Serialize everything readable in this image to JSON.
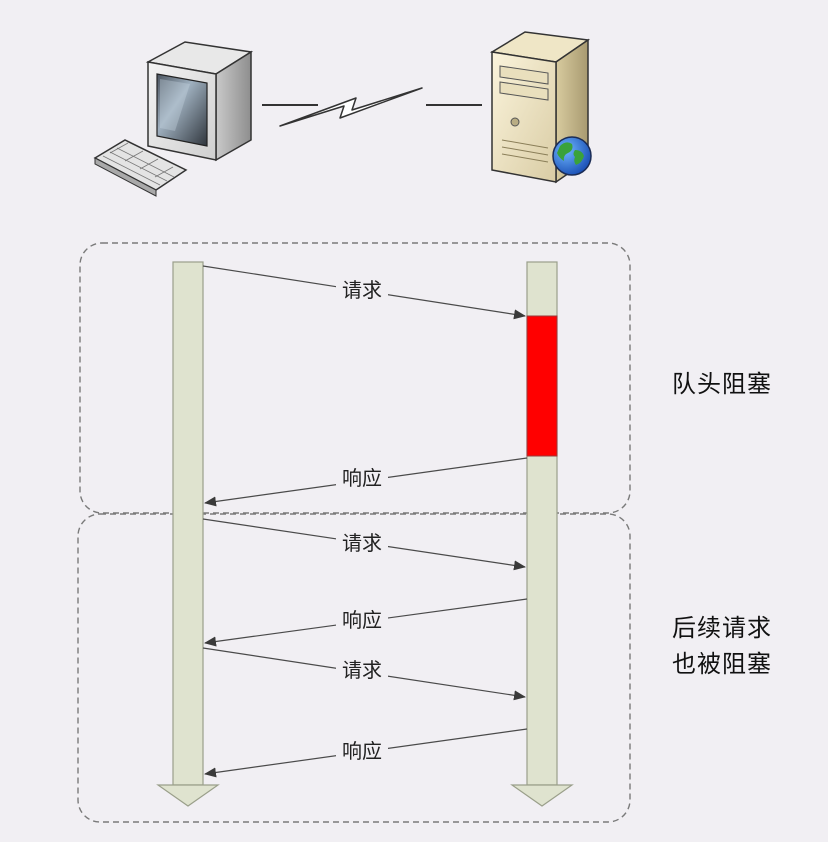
{
  "annotations": {
    "group1_label": "队头阻塞",
    "group2_label_line1": "后续请求",
    "group2_label_line2": "也被阻塞"
  },
  "messages": [
    {
      "id": "m1",
      "label": "请求",
      "direction": "client-to-server"
    },
    {
      "id": "m2",
      "label": "响应",
      "direction": "server-to-client"
    },
    {
      "id": "m3",
      "label": "请求",
      "direction": "client-to-server"
    },
    {
      "id": "m4",
      "label": "响应",
      "direction": "server-to-client"
    },
    {
      "id": "m5",
      "label": "请求",
      "direction": "client-to-server"
    },
    {
      "id": "m6",
      "label": "响应",
      "direction": "server-to-client"
    }
  ],
  "colors": {
    "background": "#f1eff3",
    "lifeline_fill": "#dfe3cf",
    "lifeline_stroke": "#9a9f8a",
    "blocked_fill": "#ff0000",
    "arrow": "#4a4a4a",
    "dashed_border": "#7a7a7a"
  },
  "icons": {
    "client": "desktop-computer-icon",
    "server": "server-globe-icon",
    "link": "lightning-link-icon"
  }
}
